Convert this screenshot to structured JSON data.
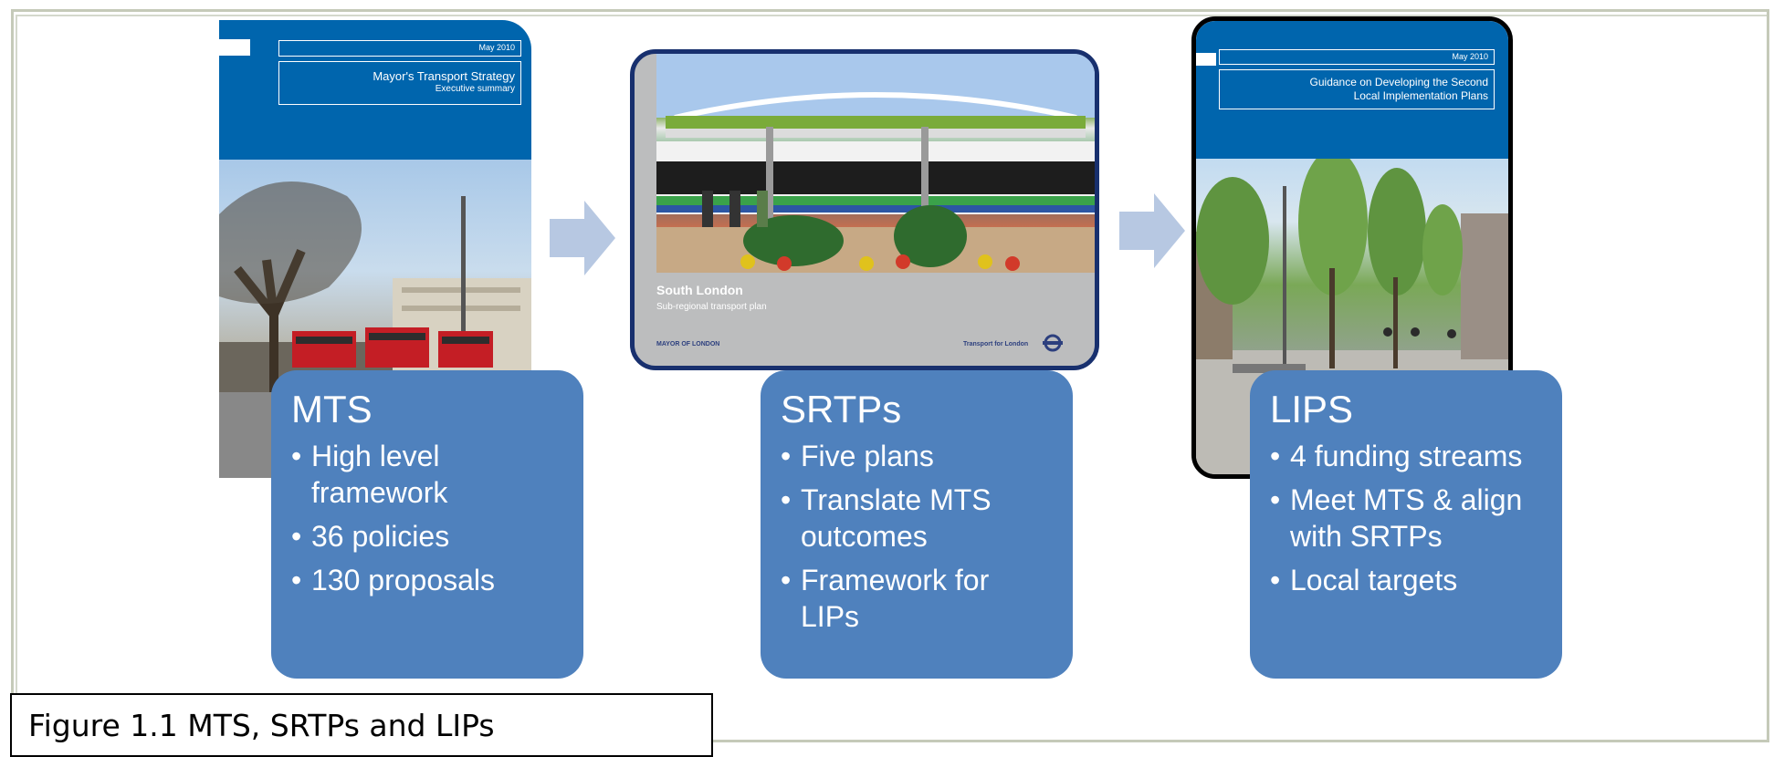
{
  "covers": [
    {
      "date": "May 2010",
      "title_line1": "Mayor's Transport Strategy",
      "title_line2": "Executive summary"
    },
    {
      "title": "South London",
      "subtitle": "Sub-regional transport plan",
      "publisher_left": "MAYOR OF LONDON",
      "publisher_right": "Transport for London"
    },
    {
      "date": "May 2010",
      "title_line1": "Guidance on Developing the Second",
      "title_line2": "Local Implementation Plans"
    }
  ],
  "boxes": [
    {
      "title": "MTS",
      "bullets": [
        "High level framework",
        "36 policies",
        "130 proposals"
      ]
    },
    {
      "title": "SRTPs",
      "bullets": [
        "Five plans",
        "Translate MTS outcomes",
        "Framework for LIPs"
      ]
    },
    {
      "title": "LIPS",
      "bullets": [
        "4 funding streams",
        "Meet MTS & align with SRTPs",
        "Local targets"
      ]
    }
  ],
  "caption": "Figure 1.1 MTS, SRTPs and LIPs",
  "colors": {
    "box_blue": "#4f81bd",
    "cover_blue": "#0065ad",
    "arrow_blue": "#b7c8e2",
    "cover2_border": "#18306e"
  },
  "icons": [
    "tfl-roundel-icon",
    "arrow-right-icon"
  ]
}
